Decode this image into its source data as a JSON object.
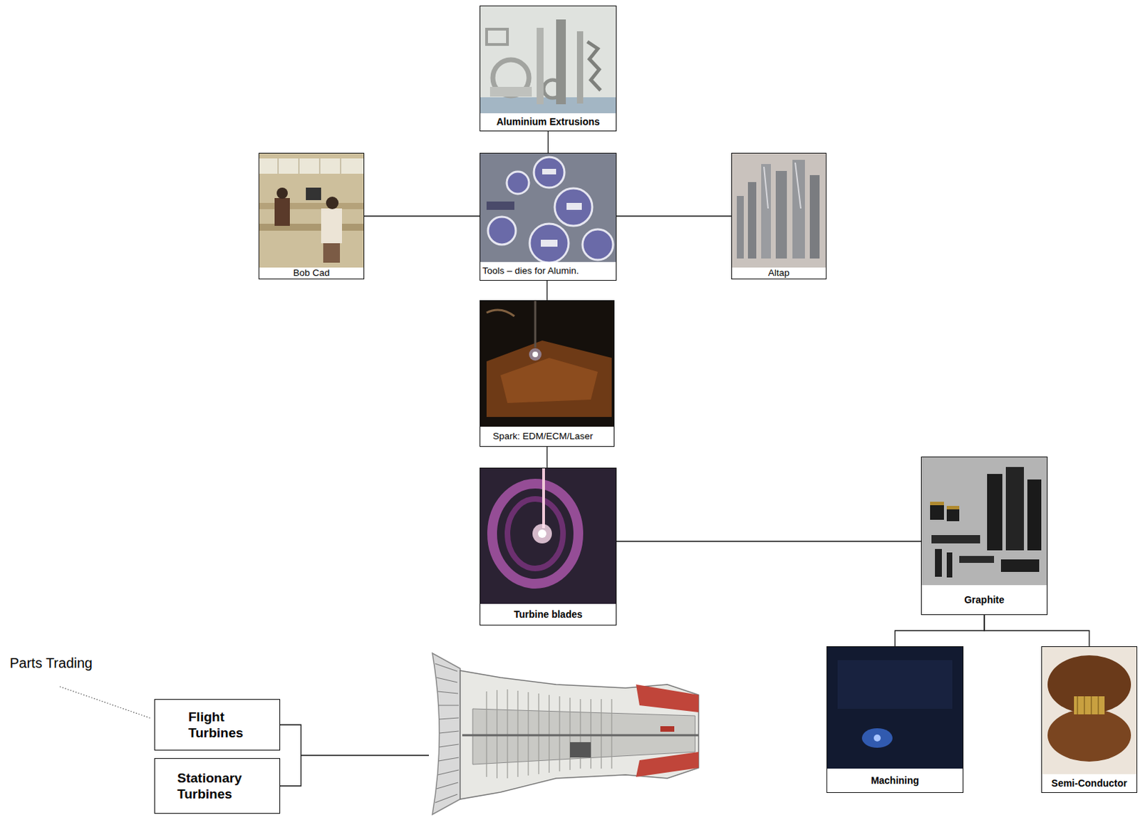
{
  "diagram": {
    "nodes": [
      {
        "text": [
          "Aluminium Extrusions"
        ]
      },
      {
        "text": [
          "Bob Cad"
        ]
      },
      {
        "text": [
          "Tools – dies for Alumin."
        ]
      },
      {
        "text": [
          "Altap"
        ]
      },
      {
        "text": [
          "Spark: EDM/ECM/Laser"
        ]
      },
      {
        "text": [
          "Turbine blades"
        ]
      },
      {
        "text": [
          "Graphite"
        ]
      },
      {
        "text": [
          "Machining"
        ]
      },
      {
        "text": [
          "Semi-Conductor"
        ]
      },
      {
        "text": [
          "Flight Turbines"
        ]
      },
      {
        "text": [
          "Stationary Turbines"
        ]
      }
    ],
    "edges": [
      {
        "from": 0,
        "to": 2,
        "arrow": "none"
      },
      {
        "from": 1,
        "to": 2,
        "arrow": "none"
      },
      {
        "from": 2,
        "to": 3,
        "arrow": "none"
      },
      {
        "from": 2,
        "to": 4,
        "arrow": "none"
      },
      {
        "from": 4,
        "to": 5,
        "arrow": "none"
      },
      {
        "from": 5,
        "to": 6,
        "arrow": "none"
      },
      {
        "from": 6,
        "to": 7,
        "arrow": "none"
      },
      {
        "from": 6,
        "to": 8,
        "arrow": "none"
      }
    ],
    "labels": [
      "Parts Trading"
    ]
  }
}
